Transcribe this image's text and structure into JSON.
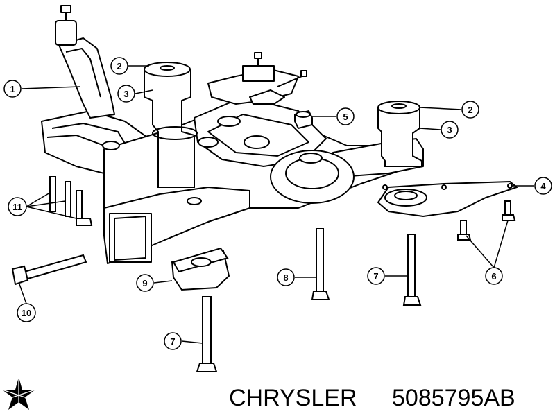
{
  "callouts": [
    "1",
    "2",
    "3",
    "2",
    "3",
    "5",
    "4",
    "11",
    "6",
    "8",
    "7",
    "9",
    "10",
    "7"
  ],
  "brand": {
    "name": "CHRYSLER",
    "part_number": "5085795AB",
    "logo_icon": "pentastar-icon"
  },
  "colors": {
    "line": "#000000",
    "fill": "#ffffff",
    "shade": "#d9d9d9"
  }
}
